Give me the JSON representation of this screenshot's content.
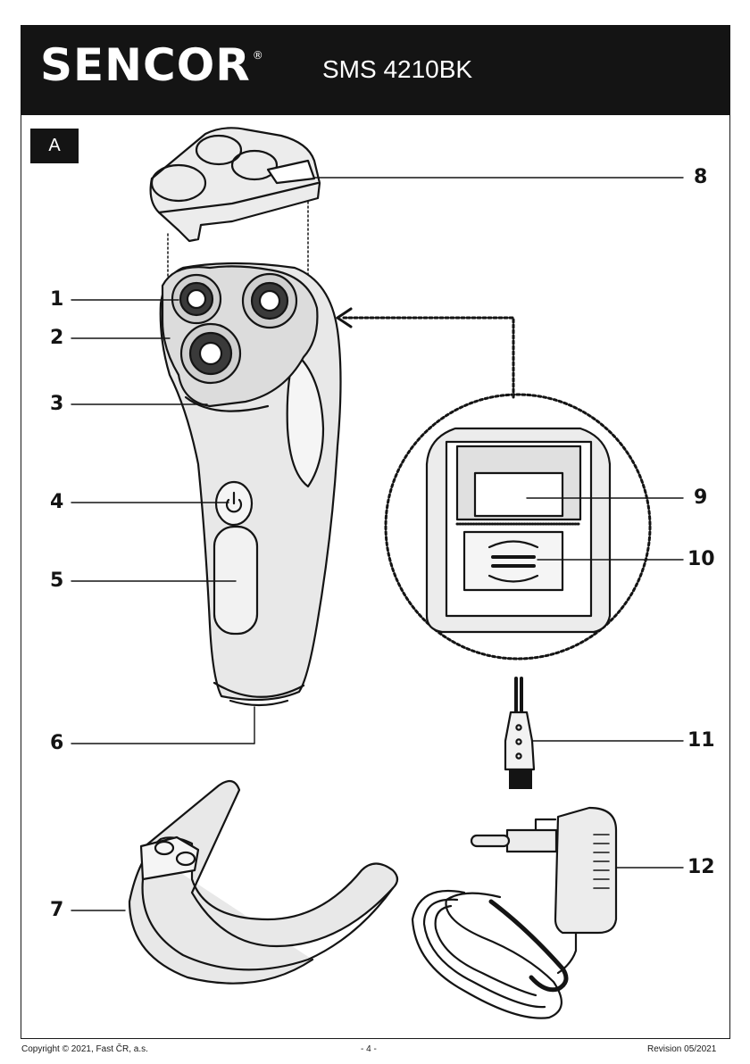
{
  "header": {
    "brand": "SENCOR",
    "brand_mark": "®",
    "model": "SMS 4210BK"
  },
  "section_label": "A",
  "callouts": [
    {
      "id": "1",
      "label": "1"
    },
    {
      "id": "2",
      "label": "2"
    },
    {
      "id": "3",
      "label": "3"
    },
    {
      "id": "4",
      "label": "4"
    },
    {
      "id": "5",
      "label": "5"
    },
    {
      "id": "6",
      "label": "6"
    },
    {
      "id": "7",
      "label": "7"
    },
    {
      "id": "8",
      "label": "8"
    },
    {
      "id": "9",
      "label": "9"
    },
    {
      "id": "10",
      "label": "10"
    },
    {
      "id": "11",
      "label": "11"
    },
    {
      "id": "12",
      "label": "12"
    }
  ],
  "footer": {
    "copyright": "Copyright © 2021, Fast ČR, a.s.",
    "page": "- 4 -",
    "revision": "Revision 05/2021"
  },
  "colors": {
    "ink": "#141414",
    "body_fill": "#e6e6e6",
    "background": "#ffffff"
  }
}
